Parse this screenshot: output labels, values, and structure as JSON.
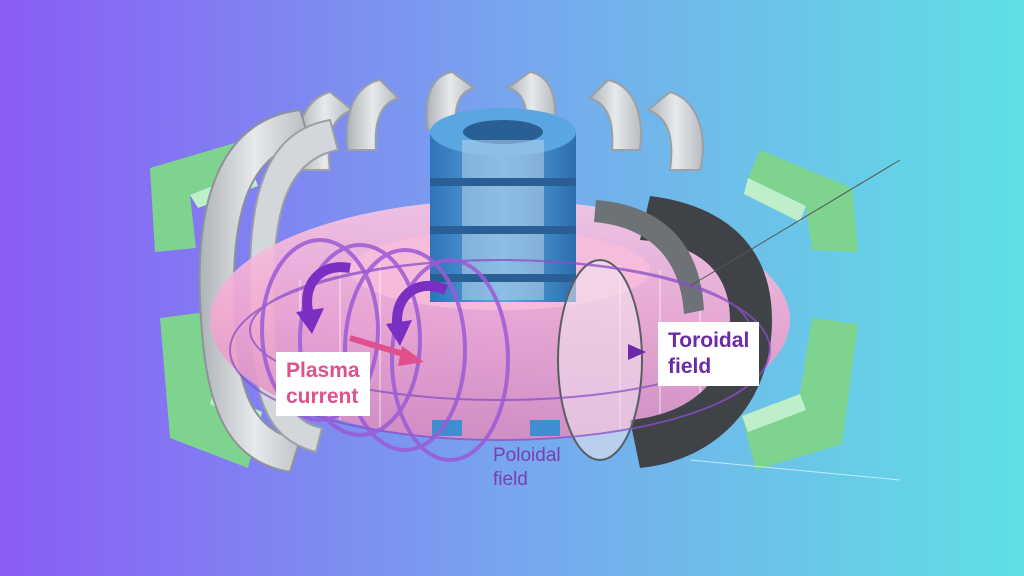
{
  "labels": {
    "plasma_current": [
      "Plasma",
      "current"
    ],
    "toroidal_field": [
      "Toroidal",
      "field"
    ],
    "poloidal_field": [
      "Poloidal",
      "field"
    ]
  },
  "colors": {
    "background_start": "#8a5cf5",
    "background_end": "#5fe0e3",
    "coil_gray": "#c9cdd2",
    "coil_dark": "#3f4347",
    "outer_coil_green": "#7ed38e",
    "central_solenoid_blue": "#3f8fd0",
    "plasma_pink": "#f4a9d2",
    "field_purple": "#8a4fc7",
    "current_pink": "#e0508c"
  },
  "icons": [
    "poloidal-arrow-icon",
    "plasma-current-arrow-icon",
    "toroidal-arrow-icon"
  ]
}
